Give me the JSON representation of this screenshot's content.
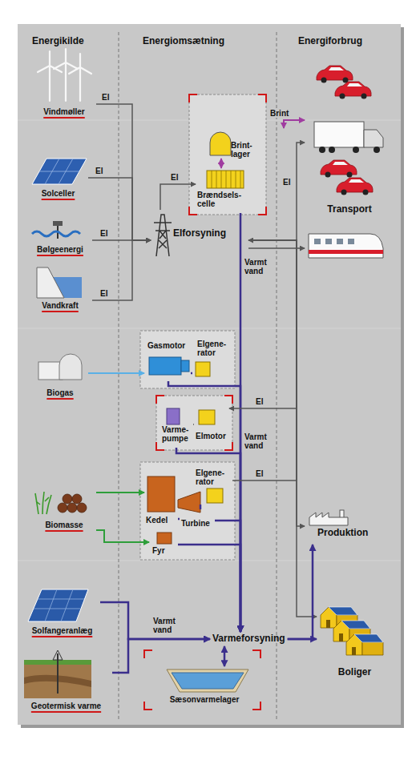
{
  "diagram": {
    "nodes": [
      {
        "text": [
          "Vindmøller"
        ]
      },
      {
        "text": [
          "Solceller"
        ]
      },
      {
        "text": [
          "Bølgeenergi"
        ]
      },
      {
        "text": [
          "Vandkraft"
        ]
      },
      {
        "text": [
          "Biogas"
        ]
      },
      {
        "text": [
          "Biomasse"
        ]
      },
      {
        "text": [
          "Solfangeranlæg"
        ]
      },
      {
        "text": [
          "Geotermisk varme"
        ]
      },
      {
        "text": [
          "Brint- lager"
        ]
      },
      {
        "text": [
          "Brændsels- celle"
        ]
      },
      {
        "text": [
          "Elforsyning"
        ]
      },
      {
        "text": [
          "Transport"
        ]
      },
      {
        "text": [
          "Gasmotor"
        ]
      },
      {
        "text": [
          "Elgene- rator"
        ]
      },
      {
        "text": [
          "Varme- pumpe"
        ]
      },
      {
        "text": [
          "Elmotor"
        ]
      },
      {
        "text": [
          "Elgene- rator"
        ]
      },
      {
        "text": [
          "Kedel"
        ]
      },
      {
        "text": [
          "Turbine"
        ]
      },
      {
        "text": [
          "Fyr"
        ]
      },
      {
        "text": [
          "Produktion"
        ]
      },
      {
        "text": [
          "Varmeforsyning"
        ]
      },
      {
        "text": [
          "Sæsonvarmelager"
        ]
      },
      {
        "text": [
          "Boliger"
        ]
      }
    ],
    "edges": [
      {
        "from": 0,
        "to": 10,
        "arrow": "to",
        "label": "El"
      },
      {
        "from": 1,
        "to": 10,
        "arrow": "to",
        "label": "El"
      },
      {
        "from": 2,
        "to": 10,
        "arrow": "to",
        "label": "El"
      },
      {
        "from": 3,
        "to": 10,
        "arrow": "to",
        "label": "El"
      },
      {
        "from": 10,
        "to": 9,
        "arrow": "to",
        "label": "El"
      },
      {
        "from": 9,
        "to": 8,
        "arrow": "both"
      },
      {
        "from": 8,
        "to": 11,
        "arrow": "both",
        "label": "Brint"
      },
      {
        "from": 10,
        "to": 11,
        "arrow": "to",
        "label": "El"
      },
      {
        "from": 10,
        "to": 11,
        "arrow": "to"
      },
      {
        "from": 9,
        "to": 21,
        "arrow": "to",
        "label": "Varmt vand"
      },
      {
        "from": 4,
        "to": 12,
        "arrow": "to"
      },
      {
        "from": 12,
        "to": 13,
        "arrow": "none"
      },
      {
        "from": 12,
        "to": 21,
        "arrow": "to"
      },
      {
        "from": 10,
        "to": 15,
        "arrow": "to",
        "label": "El"
      },
      {
        "from": 15,
        "to": 14,
        "arrow": "none"
      },
      {
        "from": 14,
        "to": 21,
        "arrow": "to",
        "label": "Varmt vand"
      },
      {
        "from": 5,
        "to": 17,
        "arrow": "to"
      },
      {
        "from": 5,
        "to": 19,
        "arrow": "to"
      },
      {
        "from": 17,
        "to": 18,
        "arrow": "none"
      },
      {
        "from": 18,
        "to": 16,
        "arrow": "none"
      },
      {
        "from": 16,
        "to": 10,
        "arrow": "to",
        "label": "El"
      },
      {
        "from": 18,
        "to": 21,
        "arrow": "to"
      },
      {
        "from": 19,
        "to": 21,
        "arrow": "to"
      },
      {
        "from": 10,
        "to": 20,
        "arrow": "to"
      },
      {
        "from": 10,
        "to": 23,
        "arrow": "to"
      },
      {
        "from": 6,
        "to": 21,
        "arrow": "to",
        "label": "Varmt vand"
      },
      {
        "from": 7,
        "to": 21,
        "arrow": "to"
      },
      {
        "from": 21,
        "to": 22,
        "arrow": "both"
      },
      {
        "from": 21,
        "to": 20,
        "arrow": "to"
      },
      {
        "from": 21,
        "to": 23,
        "arrow": "to"
      }
    ],
    "labels": [
      "Energikilde",
      "Energiomsætning",
      "Energiforbrug"
    ]
  }
}
